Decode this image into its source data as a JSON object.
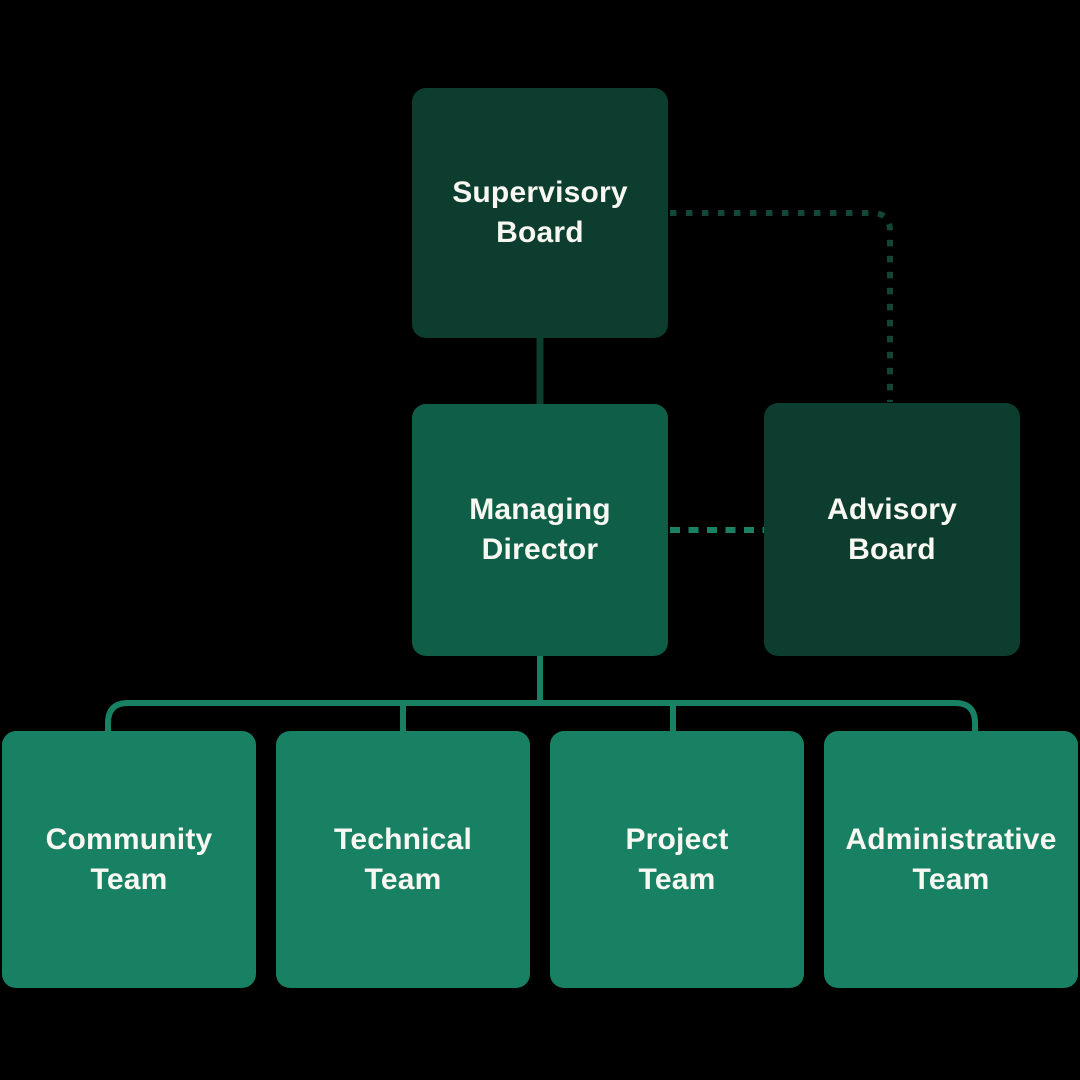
{
  "diagram": {
    "kind": "org-chart",
    "background": "#000000",
    "text_color": "#F8F7F2",
    "colors": {
      "dark_node": "#0C3D2E",
      "mid_node": "#0F5F48",
      "team_node": "#188163",
      "solid_dark_connector": "#0C3D2E",
      "tree_connector": "#188163",
      "dashed_dark_connector": "#114638",
      "dashed_light_connector": "#1A8162"
    },
    "nodes": {
      "supervisory_board": {
        "label": "Supervisory\nBoard"
      },
      "managing_director": {
        "label": "Managing\nDirector"
      },
      "advisory_board": {
        "label": "Advisory\nBoard"
      },
      "teams": [
        {
          "label": "Community\nTeam"
        },
        {
          "label": "Technical\nTeam"
        },
        {
          "label": "Project\nTeam"
        },
        {
          "label": "Administrative\nTeam"
        }
      ]
    },
    "edges": {
      "solid": [
        "Supervisory Board - Managing Director",
        "Managing Director - Community Team",
        "Managing Director - Technical Team",
        "Managing Director - Project Team",
        "Managing Director - Administrative Team"
      ],
      "dashed": [
        "Supervisory Board - Advisory Board",
        "Managing Director - Advisory Board"
      ]
    }
  }
}
